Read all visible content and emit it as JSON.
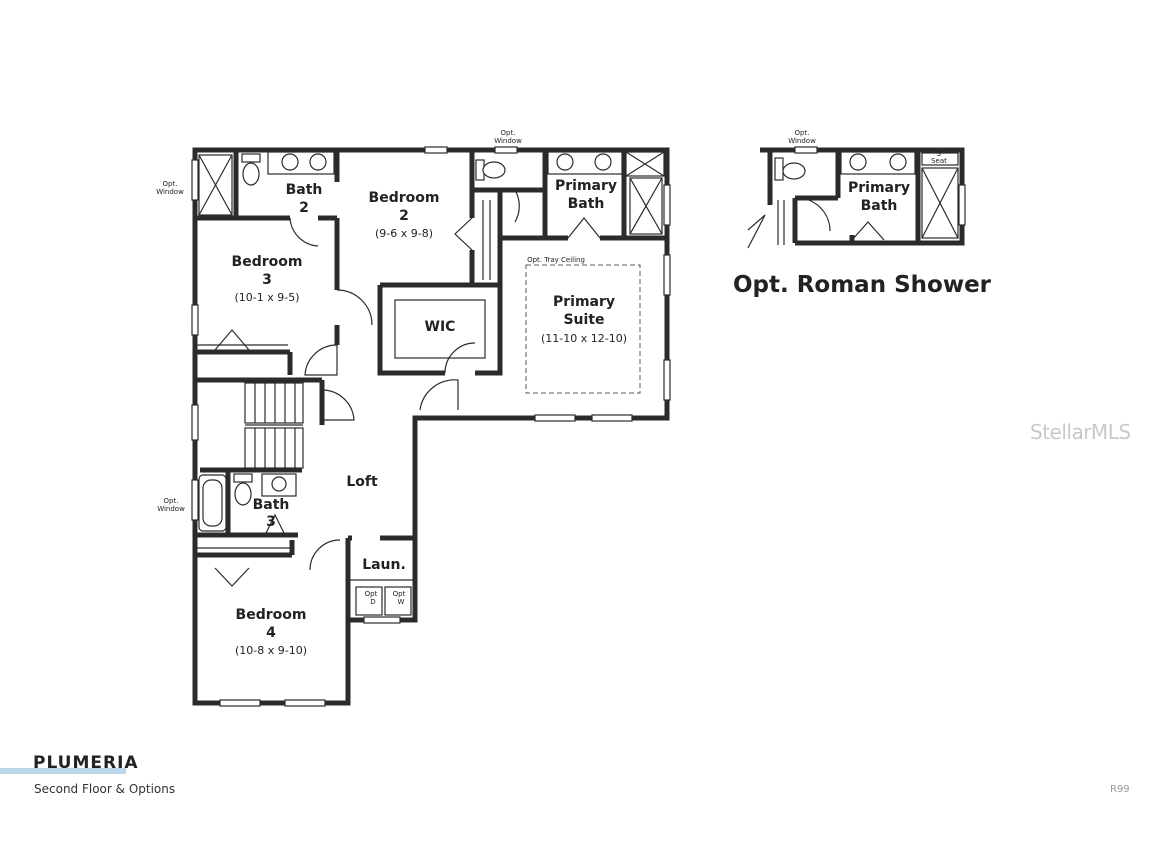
{
  "plan_name": "PLUMERIA",
  "plan_subtitle": "Second Floor & Options",
  "plan_code": "R99",
  "watermark": "StellarMLS",
  "rooms": {
    "bath2": {
      "name": "Bath",
      "num": "2"
    },
    "bedroom2": {
      "name": "Bedroom",
      "num": "2",
      "dims": "(9-6 x 9-8)"
    },
    "primary_bath": {
      "line1": "Primary",
      "line2": "Bath"
    },
    "bedroom3": {
      "name": "Bedroom",
      "num": "3",
      "dims": "(10-1 x 9-5)"
    },
    "wic": {
      "name": "WIC"
    },
    "primary_suite": {
      "line1": "Primary",
      "line2": "Suite",
      "dims": "(11-10 x 12-10)"
    },
    "loft": {
      "name": "Loft"
    },
    "bath3": {
      "name": "Bath",
      "num": "3"
    },
    "laundry": {
      "name": "Laun."
    },
    "bedroom4": {
      "name": "Bedroom",
      "num": "4",
      "dims": "(10-8 x 9-10)"
    }
  },
  "notes": {
    "opt_window": {
      "line1": "Opt.",
      "line2": "Window"
    },
    "tray_ceiling": "Opt. Tray Ceiling",
    "opt_dryer": {
      "line1": "Opt",
      "line2": "D"
    },
    "opt_washer": {
      "line1": "Opt",
      "line2": "W"
    },
    "seat": {
      "line1": "3",
      "line2": "Seat"
    }
  },
  "option": {
    "title": "Opt. Roman Shower",
    "primary_bath": {
      "line1": "Primary",
      "line2": "Bath"
    }
  }
}
